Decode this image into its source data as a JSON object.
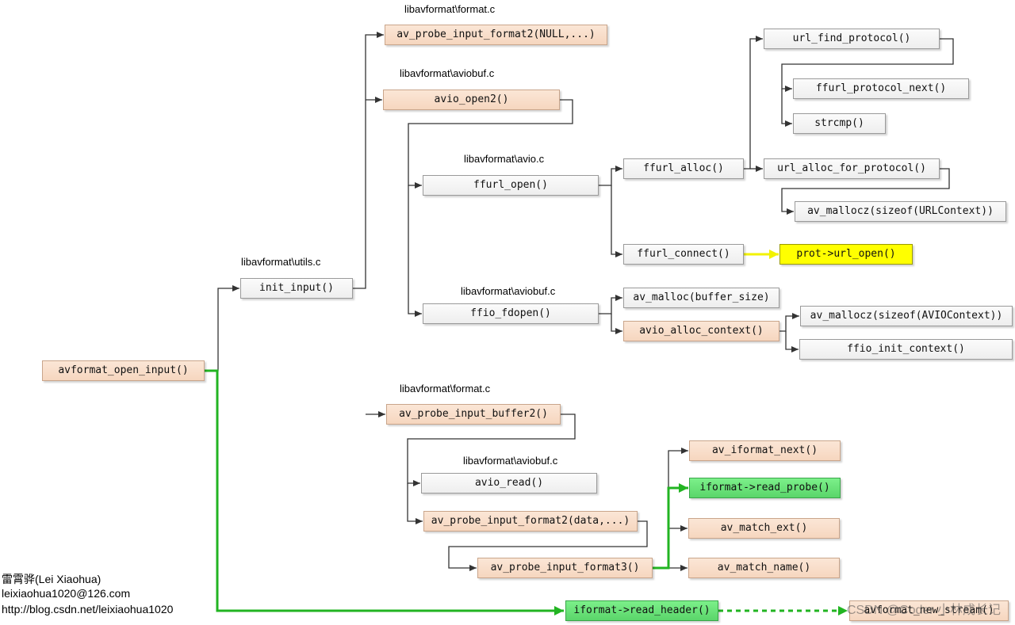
{
  "labels": {
    "l1": "libavformat\\format.c",
    "l2": "libavformat\\aviobuf.c",
    "l3": "libavformat\\avio.c",
    "l4": "libavformat\\utils.c",
    "l5": "libavformat\\aviobuf.c",
    "l6": "libavformat\\format.c",
    "l7": "libavformat\\aviobuf.c"
  },
  "nodes": {
    "avformat_open_input": "avformat_open_input()",
    "init_input": "init_input()",
    "av_probe_input_format2_null": "av_probe_input_format2(NULL,...)",
    "avio_open2": "avio_open2()",
    "ffurl_open": "ffurl_open()",
    "ffurl_alloc": "ffurl_alloc()",
    "url_find_protocol": "url_find_protocol()",
    "ffurl_protocol_next": "ffurl_protocol_next()",
    "strcmp": "strcmp()",
    "url_alloc_for_protocol": "url_alloc_for_protocol()",
    "av_mallocz_url": "av_mallocz(sizeof(URLContext))",
    "ffurl_connect": "ffurl_connect()",
    "prot_url_open": "prot->url_open()",
    "ffio_fdopen": "ffio_fdopen()",
    "av_malloc_buffer": "av_malloc(buffer_size)",
    "avio_alloc_context": "avio_alloc_context()",
    "av_mallocz_avio": "av_mallocz(sizeof(AVIOContext))",
    "ffio_init_context": "ffio_init_context()",
    "av_probe_input_buffer2": "av_probe_input_buffer2()",
    "avio_read": "avio_read()",
    "av_probe_input_format2_data": "av_probe_input_format2(data,...)",
    "av_probe_input_format3": "av_probe_input_format3()",
    "av_iformat_next": "av_iformat_next()",
    "iformat_read_probe": "iformat->read_probe()",
    "av_match_ext": "av_match_ext()",
    "av_match_name": "av_match_name()",
    "iformat_read_header": "iformat->read_header()",
    "avformat_new_stream": "avformat_new_stream()"
  },
  "author": {
    "name": "雷霄骅(Lei Xiaohua)",
    "email": "leixiaohua1020@126.com",
    "blog": "http://blog.csdn.net/leixiaohua1020"
  },
  "watermark": "CSDN @Coder 小林成长记",
  "colors": {
    "line": "#333333",
    "green_path": "#22b422",
    "yellow_path": "#f2f200"
  }
}
